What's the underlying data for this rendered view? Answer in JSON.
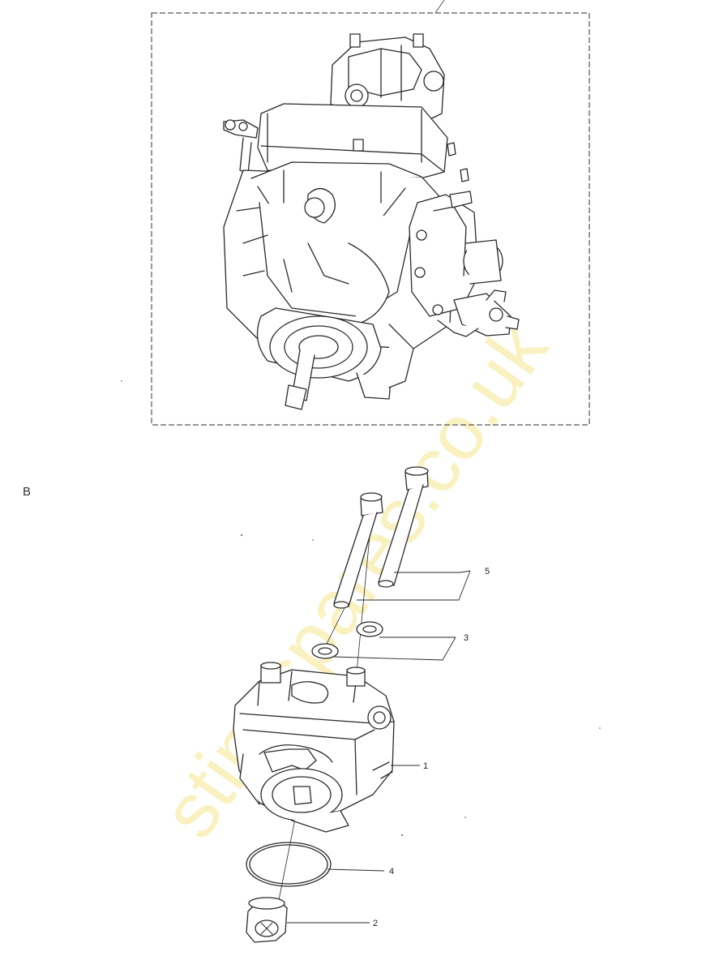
{
  "section_label": "B",
  "watermark_text": "stinespares.co.uk",
  "callouts": [
    {
      "num": "5",
      "name": "bolt-pair"
    },
    {
      "num": "3",
      "name": "washer-pair"
    },
    {
      "num": "1",
      "name": "pump-housing"
    },
    {
      "num": "4",
      "name": "o-ring"
    },
    {
      "num": "2",
      "name": "drive-coupling"
    }
  ],
  "colors": {
    "line": "#2a2a2a",
    "frame": "#555555",
    "watermark": "#f4e58a",
    "background": "#ffffff"
  }
}
